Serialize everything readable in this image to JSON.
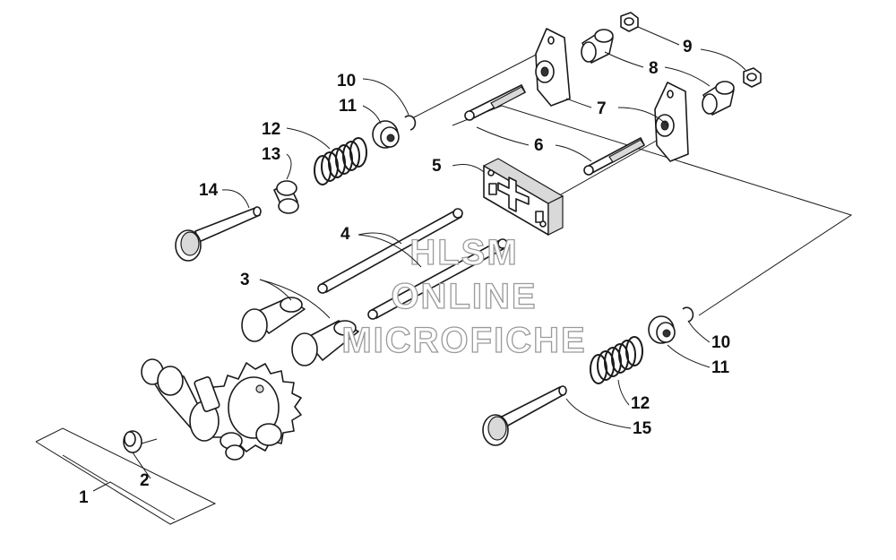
{
  "watermark": {
    "line1": "HLSM",
    "line2": "ONLINE",
    "line3": "MICROFICHE"
  },
  "callouts": [
    {
      "id": "c1",
      "text": "1"
    },
    {
      "id": "c2",
      "text": "2"
    },
    {
      "id": "c3",
      "text": "3"
    },
    {
      "id": "c4",
      "text": "4"
    },
    {
      "id": "c5",
      "text": "5"
    },
    {
      "id": "c6",
      "text": "6"
    },
    {
      "id": "c7",
      "text": "7"
    },
    {
      "id": "c8",
      "text": "8"
    },
    {
      "id": "c9",
      "text": "9"
    },
    {
      "id": "c10a",
      "text": "10"
    },
    {
      "id": "c11a",
      "text": "11"
    },
    {
      "id": "c12a",
      "text": "12"
    },
    {
      "id": "c13",
      "text": "13"
    },
    {
      "id": "c14",
      "text": "14"
    },
    {
      "id": "c10b",
      "text": "10"
    },
    {
      "id": "c11b",
      "text": "11"
    },
    {
      "id": "c12b",
      "text": "12"
    },
    {
      "id": "c15",
      "text": "15"
    }
  ],
  "colors": {
    "ink": "#1a1a1a",
    "watermark_outline": "#9a9a9a",
    "background": "#ffffff"
  }
}
